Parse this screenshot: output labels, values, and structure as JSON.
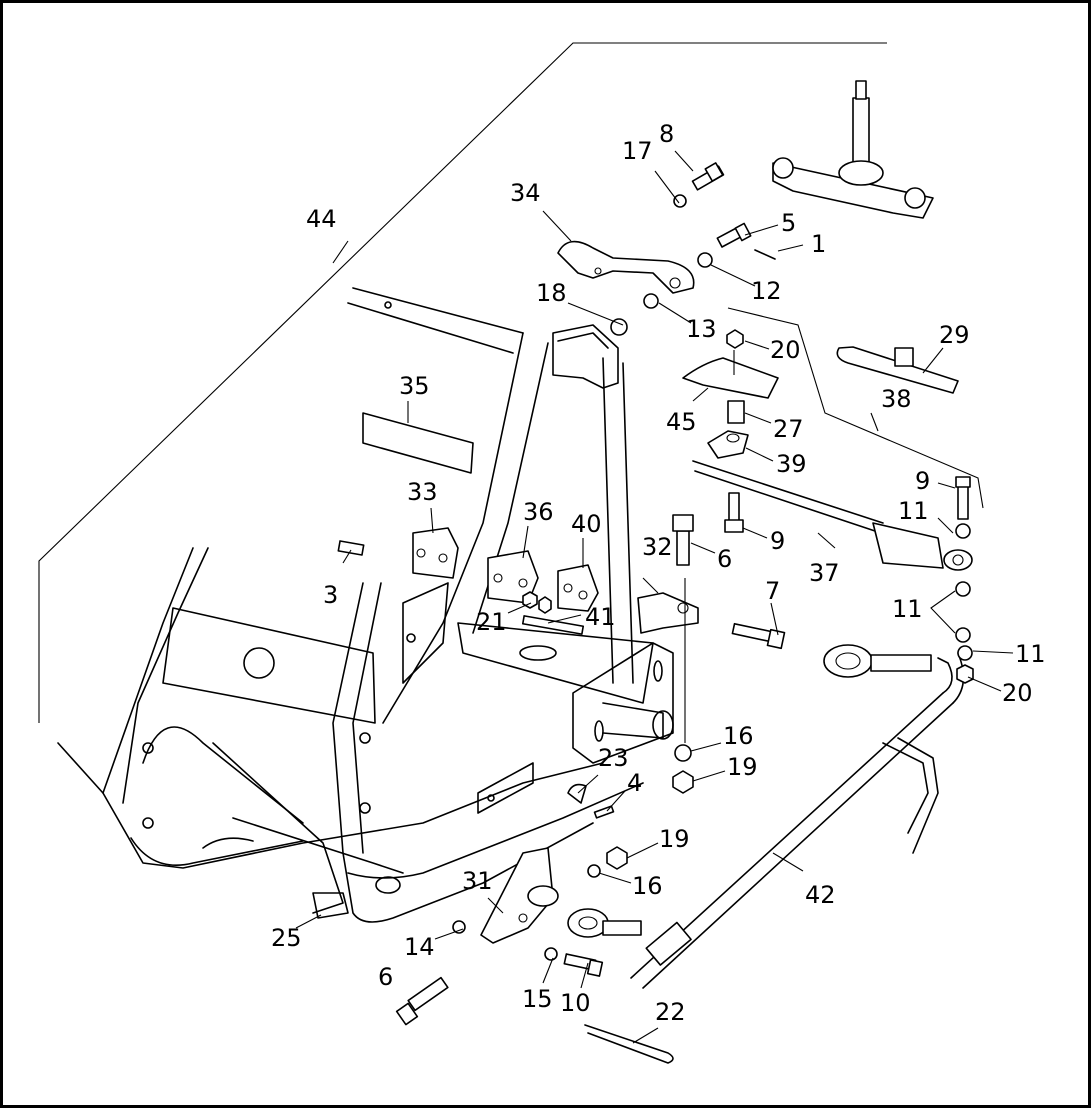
{
  "diagram": {
    "callouts": [
      "1",
      "3",
      "4",
      "5",
      "6",
      "6",
      "7",
      "8",
      "9",
      "9",
      "10",
      "11",
      "11",
      "11",
      "12",
      "13",
      "14",
      "15",
      "16",
      "16",
      "17",
      "18",
      "19",
      "19",
      "20",
      "20",
      "21",
      "22",
      "23",
      "25",
      "27",
      "29",
      "31",
      "32",
      "33",
      "34",
      "35",
      "36",
      "37",
      "38",
      "39",
      "40",
      "41",
      "42",
      "44",
      "45"
    ]
  }
}
